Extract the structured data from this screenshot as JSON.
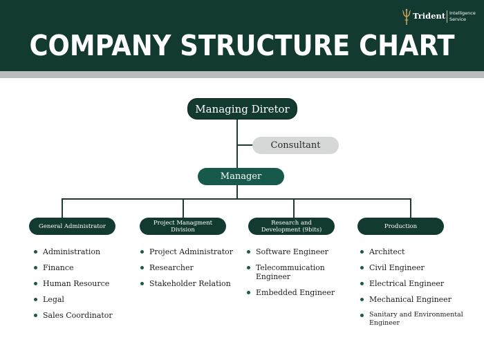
{
  "header": {
    "title": "COMPANY STRUCTURE CHART",
    "logo": {
      "name": "Trident",
      "sub_line1": "Intelligence",
      "sub_line2": "Service"
    }
  },
  "colors": {
    "header_bg": "#133a30",
    "pill_green": "#17594b",
    "pill_grey": "#d6d7d7",
    "connector": "#1c3c33"
  },
  "chart": {
    "director": "Managing Diretor",
    "consultant": "Consultant",
    "manager": "Manager",
    "departments": [
      {
        "name": "General Administrator",
        "items": [
          "Administration",
          "Finance",
          "Human Resource",
          "Legal",
          "Sales Coordinator"
        ]
      },
      {
        "name": "Project Managment Division",
        "items": [
          "Project Administrator",
          "Researcher",
          "Stakeholder Relation"
        ]
      },
      {
        "name": "Research and Development (9bits)",
        "items": [
          "Software Engineer",
          "Telecommuication Engineer",
          "Embedded Engineer"
        ]
      },
      {
        "name": "Production",
        "items": [
          "Architect",
          "Civil Engineer",
          "Electrical Engineer",
          "Mechanical Engineer",
          "Sanitary and Environmental Engineer"
        ]
      }
    ]
  }
}
